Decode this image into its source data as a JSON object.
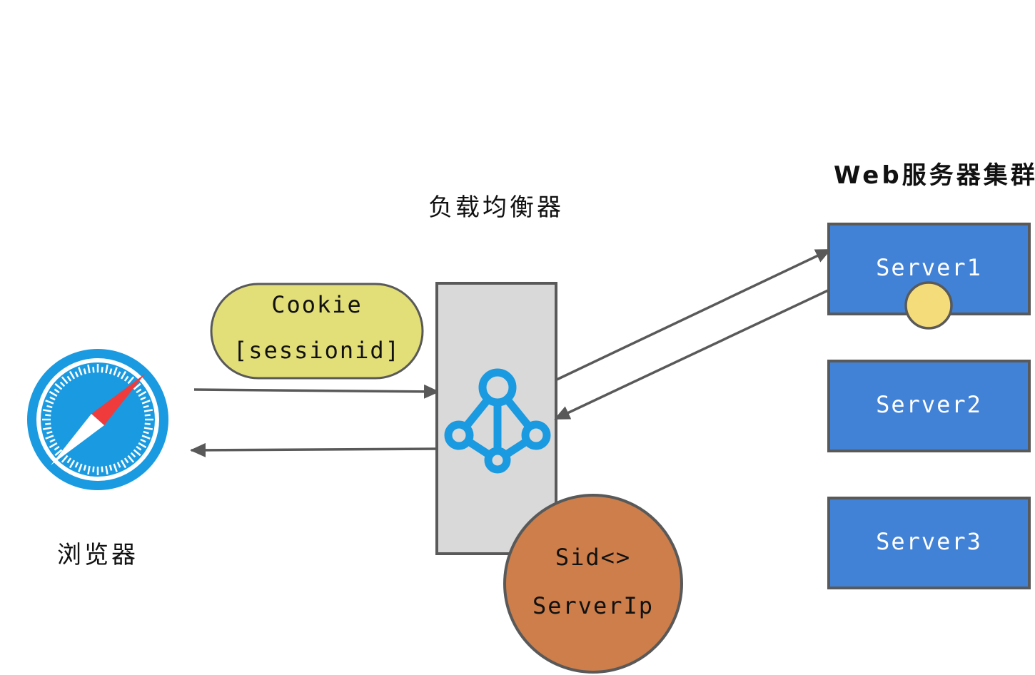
{
  "labels": {
    "cluster_title": "Web服务器集群",
    "load_balancer": "负载均衡器",
    "browser": "浏览器"
  },
  "cookie": {
    "line1": "Cookie",
    "line2": "[sessionid]"
  },
  "mapping": {
    "line1": "Sid<>",
    "line2": "ServerIp"
  },
  "servers": [
    {
      "name": "Server1"
    },
    {
      "name": "Server2"
    },
    {
      "name": "Server3"
    }
  ],
  "icons": {
    "browser": "safari-compass-icon",
    "load_balancer": "network-nodes-icon"
  },
  "colors": {
    "server_fill": "#4282d6",
    "stroke": "#595959",
    "lb_fill": "#d9d9d9",
    "cookie_fill": "#e2df79",
    "mapping_fill": "#cd7e4a",
    "session_dot": "#f5dc7a",
    "icon_blue": "#1a9ae0"
  }
}
